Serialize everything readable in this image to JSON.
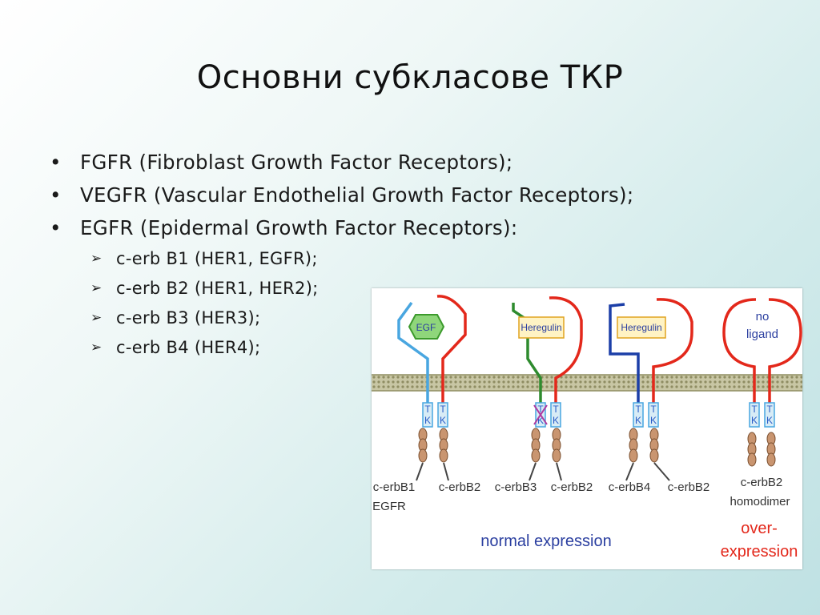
{
  "slide": {
    "title": "Основни субкласове ТКР",
    "bullets": [
      {
        "marker": "•",
        "text": "FGFR (Fibroblast Growth Factor Receptors);"
      },
      {
        "marker": "•",
        "text": "VEGFR (Vascular Endothelial Growth Factor Receptors);"
      },
      {
        "marker": "•",
        "text": "EGFR (Epidermal Growth Factor Receptors):"
      }
    ],
    "sub_bullets": [
      {
        "marker": "➢",
        "text": "c-erb B1 (HER1, EGFR);"
      },
      {
        "marker": "➢",
        "text": "c-erb B2 (HER1, HER2);"
      },
      {
        "marker": "➢",
        "text": "c-erb B3 (HER3);"
      },
      {
        "marker": "➢",
        "text": "c-erb B4 (HER4);"
      }
    ]
  },
  "figure": {
    "ligands": [
      "EGF",
      "Heregulin",
      "Heregulin",
      "no",
      "ligand"
    ],
    "tk_letters": [
      "T",
      "K"
    ],
    "receptor_labels": [
      "c-erbB1",
      "EGFR",
      "c-erbB2",
      "c-erbB3",
      "c-erbB2",
      "c-erbB4",
      "c-erbB2",
      "c-erbB2",
      "homodimer"
    ],
    "caption_normal": "normal expression",
    "caption_over": [
      "over-",
      "expression"
    ],
    "colors": {
      "blue": "#1c3fa8",
      "red": "#e3281b",
      "green": "#2e8b2e",
      "lightblue": "#49a6e0",
      "membrane": "#a9a77d",
      "ellipse": "#c99570"
    }
  }
}
